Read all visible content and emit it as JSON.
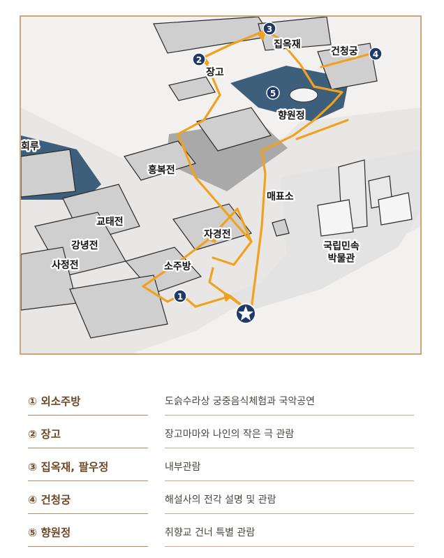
{
  "map": {
    "labels": [
      {
        "id": "jipokjae",
        "text": "집옥재"
      },
      {
        "id": "jango",
        "text": "장고"
      },
      {
        "id": "geoncheonggung",
        "text": "건청궁"
      },
      {
        "id": "hyangwonjeong",
        "text": "향원정"
      },
      {
        "id": "gyeonghoeru",
        "text": "회루"
      },
      {
        "id": "heungbokjeon",
        "text": "흥복전"
      },
      {
        "id": "maepyoso",
        "text": "매표소"
      },
      {
        "id": "gyotaejeon",
        "text": "교태전"
      },
      {
        "id": "jagyeongjeon",
        "text": "자경전"
      },
      {
        "id": "museum",
        "text": "국립민속\n박물관"
      },
      {
        "id": "gangnyeongjeon",
        "text": "강녕전"
      },
      {
        "id": "sajeongjeon",
        "text": "사정전"
      },
      {
        "id": "sojubang",
        "text": "소주방"
      }
    ],
    "markers": [
      "1",
      "2",
      "3",
      "4",
      "5"
    ],
    "colors": {
      "route": "#f0a21f",
      "marker": "#1f3a66",
      "pond": "#3e5f7b",
      "frame": "#c9a77b"
    }
  },
  "legend": [
    {
      "title": "① 외소주방",
      "desc": "도슭수라상 궁중음식체험과 국악공연"
    },
    {
      "title": "② 장고",
      "desc": "장고마마와 나인의 작은 극 관람"
    },
    {
      "title": "③ 집옥재, 팔우정",
      "desc": "내부관람"
    },
    {
      "title": "④ 건청궁",
      "desc": "해설사의 전각 설명 및 관람"
    },
    {
      "title": "⑤ 향원정",
      "desc": "취향교 건너 특별 관람"
    }
  ]
}
